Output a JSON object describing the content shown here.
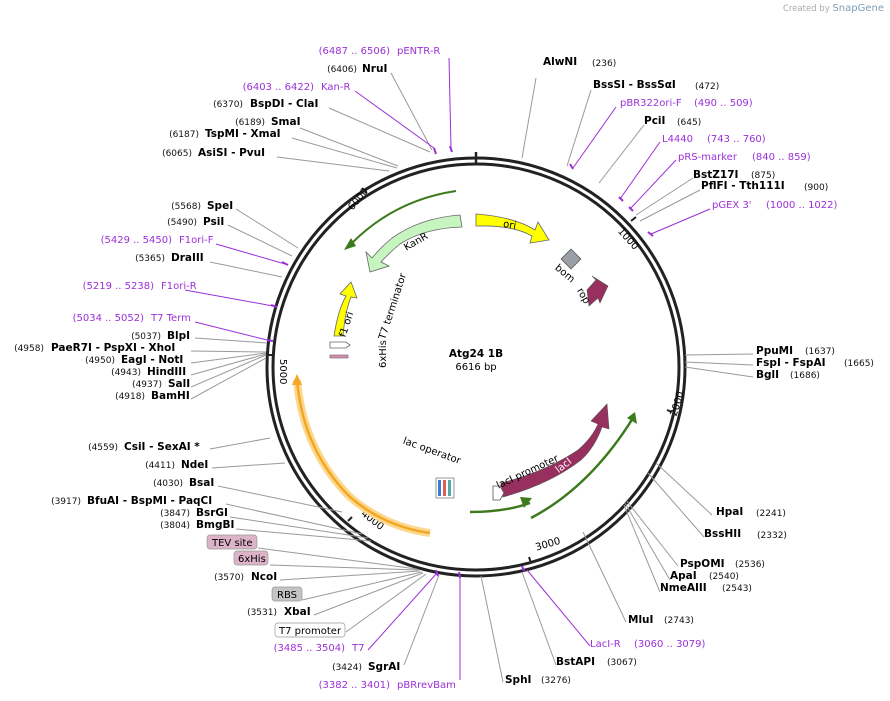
{
  "branding": {
    "prefix": "Created by",
    "name": "SnapGene"
  },
  "plasmid": {
    "name": "Atg24 1B",
    "length": "6616 bp"
  },
  "ticks": [
    "1000",
    "2000",
    "3000",
    "4000",
    "5000",
    "6000"
  ],
  "features": {
    "ori": "ori",
    "kanr": "KanR",
    "f1ori": "f1 ori",
    "t7term": "T7 terminator",
    "his": "6xHis",
    "bom": "bom",
    "rop": "rop",
    "laci": "lacI",
    "lacipromoter": "lacI promoter",
    "lacop": "lac operator"
  },
  "boxes": {
    "tev": "TEV site",
    "his6": "6xHis",
    "rbs": "RBS",
    "t7p": "T7 promoter"
  },
  "colors": {
    "orange_feature": "#f5a623",
    "green_feature": "#8bd35a",
    "ori": "#ffff00",
    "lacI": "#98305f",
    "rop": "#98305f",
    "bom": "#9aa0a6",
    "primer": "#9b30d9"
  },
  "right_labels": [
    {
      "name": "AlwNI",
      "pos": "(236)"
    },
    {
      "name": "BssSI   - BssSαI",
      "pos": "(472)"
    },
    {
      "primer": "pBR322ori-F",
      "pos": "(490 .. 509)"
    },
    {
      "name": "PciI",
      "pos": "(645)"
    },
    {
      "primer": "L4440",
      "pos": "(743 .. 760)"
    },
    {
      "primer": "pRS-marker",
      "pos": "(840 .. 859)"
    },
    {
      "name": "BstZ17I",
      "pos": "(875)"
    },
    {
      "name": "PflFI   - Tth111I",
      "pos": "(900)"
    },
    {
      "primer": "pGEX 3'",
      "pos": "(1000 .. 1022)"
    },
    {
      "name": "PpuMI",
      "pos": "(1637)"
    },
    {
      "name": "FspI   - FspAI",
      "pos": "(1665)"
    },
    {
      "name": "BglI",
      "pos": "(1686)"
    },
    {
      "name": "HpaI",
      "pos": "(2241)"
    },
    {
      "name": "BssHII",
      "pos": "(2332)"
    },
    {
      "name": "PspOMI",
      "pos": "(2536)"
    },
    {
      "name": "ApaI",
      "pos": "(2540)"
    },
    {
      "name": "NmeAIII",
      "pos": "(2543)"
    },
    {
      "name": "MluI",
      "pos": "(2743)"
    },
    {
      "primer": "LacI-R",
      "pos": "(3060 .. 3079)"
    },
    {
      "name": "BstAPI",
      "pos": "(3067)"
    },
    {
      "name": "SphI",
      "pos": "(3276)"
    }
  ],
  "left_labels": [
    {
      "primer": "pENTR-R",
      "pos": "(6487 .. 6506)"
    },
    {
      "name": "NruI",
      "pos": "(6406)"
    },
    {
      "primer": "Kan-R",
      "pos": "(6403 .. 6422)"
    },
    {
      "name": "BspDI   - ClaI",
      "pos": "(6370)"
    },
    {
      "name": "SmaI",
      "pos": "(6189)"
    },
    {
      "name": "TspMI   - XmaI",
      "pos": "(6187)"
    },
    {
      "name": "AsiSI   - PvuI",
      "pos": "(6065)"
    },
    {
      "name": "SpeI",
      "pos": "(5568)"
    },
    {
      "name": "PsiI",
      "pos": "(5490)"
    },
    {
      "primer": "F1ori-F",
      "pos": "(5429 .. 5450)"
    },
    {
      "name": "DraIII",
      "pos": "(5365)"
    },
    {
      "primer": "F1ori-R",
      "pos": "(5219 .. 5238)"
    },
    {
      "primer": "T7 Term",
      "pos": "(5034 .. 5052)"
    },
    {
      "name": "BlpI",
      "pos": "(5037)"
    },
    {
      "name": "PaeR7I   - PspXI   - XhoI",
      "pos": "(4958)"
    },
    {
      "name": "EagI   - NotI",
      "pos": "(4950)"
    },
    {
      "name": "HindIII",
      "pos": "(4943)"
    },
    {
      "name": "SalI",
      "pos": "(4937)"
    },
    {
      "name": "BamHI",
      "pos": "(4918)"
    },
    {
      "name": "CsiI   - SexAI *",
      "pos": "(4559)"
    },
    {
      "name": "NdeI",
      "pos": "(4411)"
    },
    {
      "name": "BsaI",
      "pos": "(4030)"
    },
    {
      "name": "BfuAI   - BspMI   - PaqCI",
      "pos": "(3917)"
    },
    {
      "name": "BsrGI",
      "pos": "(3847)"
    },
    {
      "name": "BmgBI",
      "pos": "(3804)"
    },
    {
      "name": "NcoI",
      "pos": "(3570)"
    },
    {
      "name": "XbaI",
      "pos": "(3531)"
    },
    {
      "primer": "T7",
      "pos": "(3485 .. 3504)"
    },
    {
      "name": "SgrAI",
      "pos": "(3424)"
    },
    {
      "primer": "pBRrevBam",
      "pos": "(3382 .. 3401)"
    }
  ]
}
